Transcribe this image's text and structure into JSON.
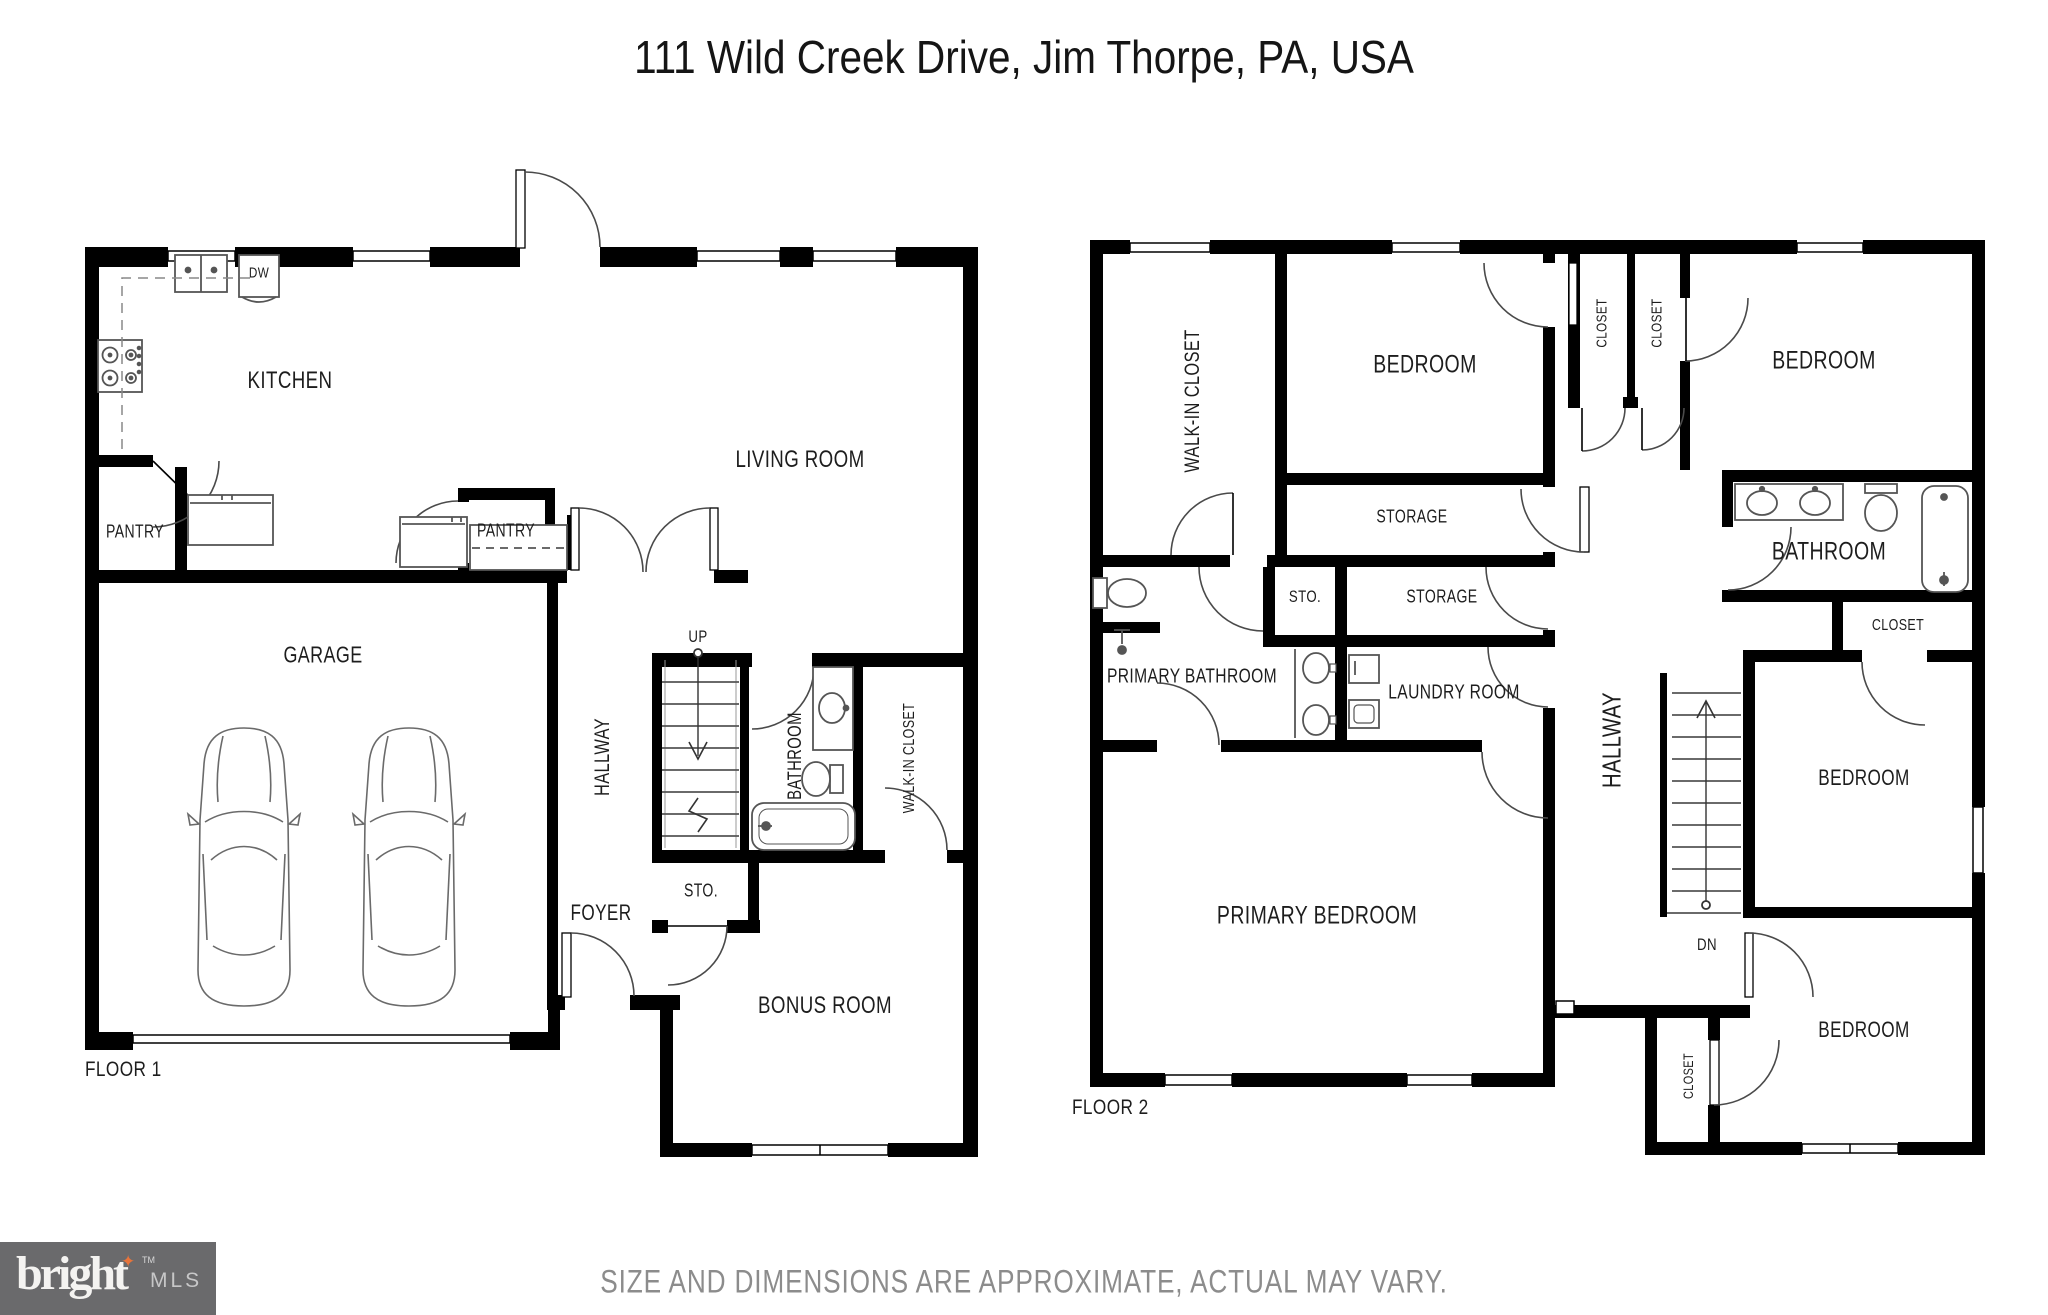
{
  "title": "111 Wild Creek Drive, Jim Thorpe, PA, USA",
  "floor1": {
    "label": "FLOOR 1",
    "kitchen": "KITCHEN",
    "living_room": "LIVING ROOM",
    "pantry_left": "PANTRY",
    "pantry_right": "PANTRY",
    "garage": "GARAGE",
    "hallway": "HALLWAY",
    "up": "UP",
    "dw": "DW",
    "bathroom": "BATHROOM",
    "walk_in_closet": "WALK-IN CLOSET",
    "storage": "STO.",
    "foyer": "FOYER",
    "bonus_room": "BONUS ROOM"
  },
  "floor2": {
    "label": "FLOOR 2",
    "walk_in_closet": "WALK-IN CLOSET",
    "bedroom_top_center": "BEDROOM",
    "closet_top_1": "CLOSET",
    "closet_top_2": "CLOSET",
    "bedroom_top_right": "BEDROOM",
    "storage_upper": "STORAGE",
    "storage_small": "STO.",
    "storage_lower": "STORAGE",
    "primary_bathroom": "PRIMARY BATHROOM",
    "laundry_room": "LAUNDRY ROOM",
    "bathroom": "BATHROOM",
    "closet_bathroom": "CLOSET",
    "hallway": "HALLWAY",
    "dn": "DN",
    "bedroom_mid_right": "BEDROOM",
    "primary_bedroom": "PRIMARY BEDROOM",
    "bedroom_bottom_right": "BEDROOM",
    "closet_bottom": "CLOSET"
  },
  "footer": {
    "logo_text": "bright",
    "logo_tm": "TM",
    "logo_star": "✦",
    "logo_suffix": "MLS",
    "disclaimer": "SIZE AND DIMENSIONS ARE APPROXIMATE, ACTUAL MAY VARY.",
    "logo_bg": "#6a6a6c",
    "logo_star_color": "#e8743b",
    "wall_color": "#000000"
  }
}
